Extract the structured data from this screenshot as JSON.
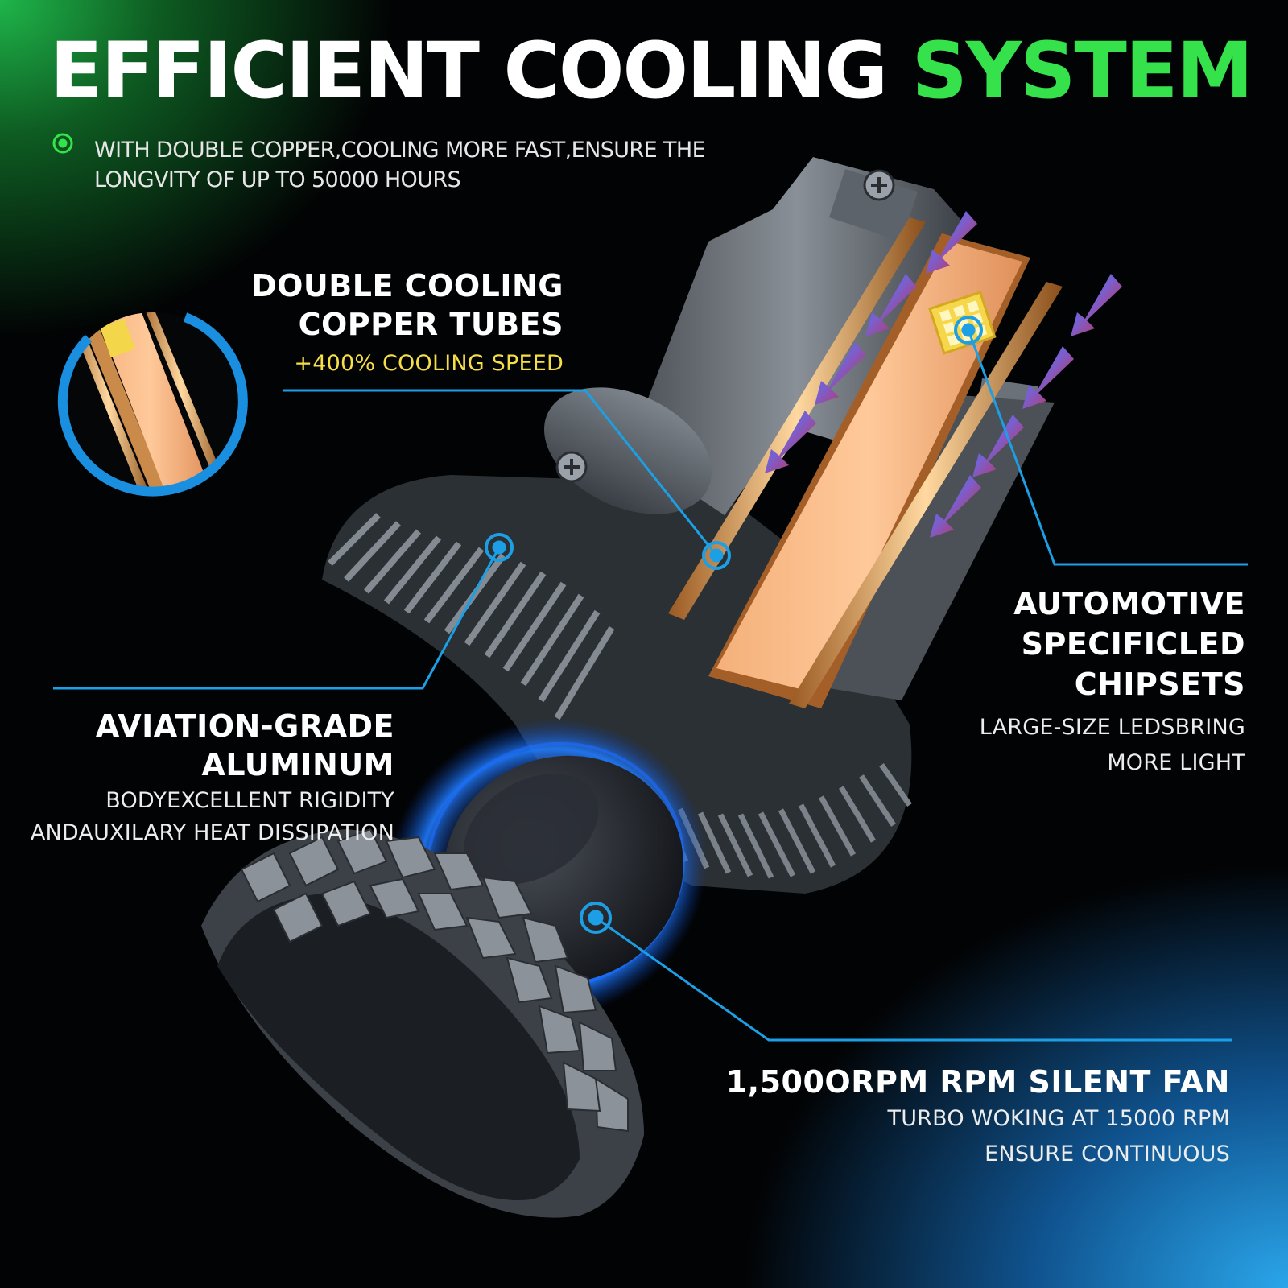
{
  "headline": {
    "part1": "EFFICIENT COOLING",
    "part2": "SYSTEM"
  },
  "intro": "WITH DOUBLE COPPER,COOLING MORE FAST,ENSURE THE LONGVITY OF UP TO 50000 HOURS",
  "features": {
    "copper_tubes": {
      "title_line1": "DOUBLE COOLING",
      "title_line2": "COPPER TUBES",
      "subtitle": "+400% COOLING SPEED"
    },
    "chipsets": {
      "title_line1": "AUTOMOTIVE",
      "title_line2": "SPECIFICLED",
      "title_line3": "CHIPSETS",
      "desc_line1": "LARGE-SIZE LEDSBRING",
      "desc_line2": "MORE LIGHT"
    },
    "aluminum": {
      "title_line1": "AVIATION-GRADE",
      "title_line2": "ALUMINUM",
      "desc_line1": "BODYEXCELLENT RIGIDITY",
      "desc_line2": "ANDAUXILARY HEAT DISSIPATION"
    },
    "fan": {
      "title": "1,500ORPM RPM SILENT FAN",
      "desc_line1": "TURBO WOKING AT 15000 RPM",
      "desc_line2": "ENSURE CONTINUOUS"
    }
  },
  "colors": {
    "accent_green": "#36e24c",
    "accent_yellow": "#f5de48",
    "callout_blue": "#1d9fe6",
    "copper": "#e8a06a"
  }
}
